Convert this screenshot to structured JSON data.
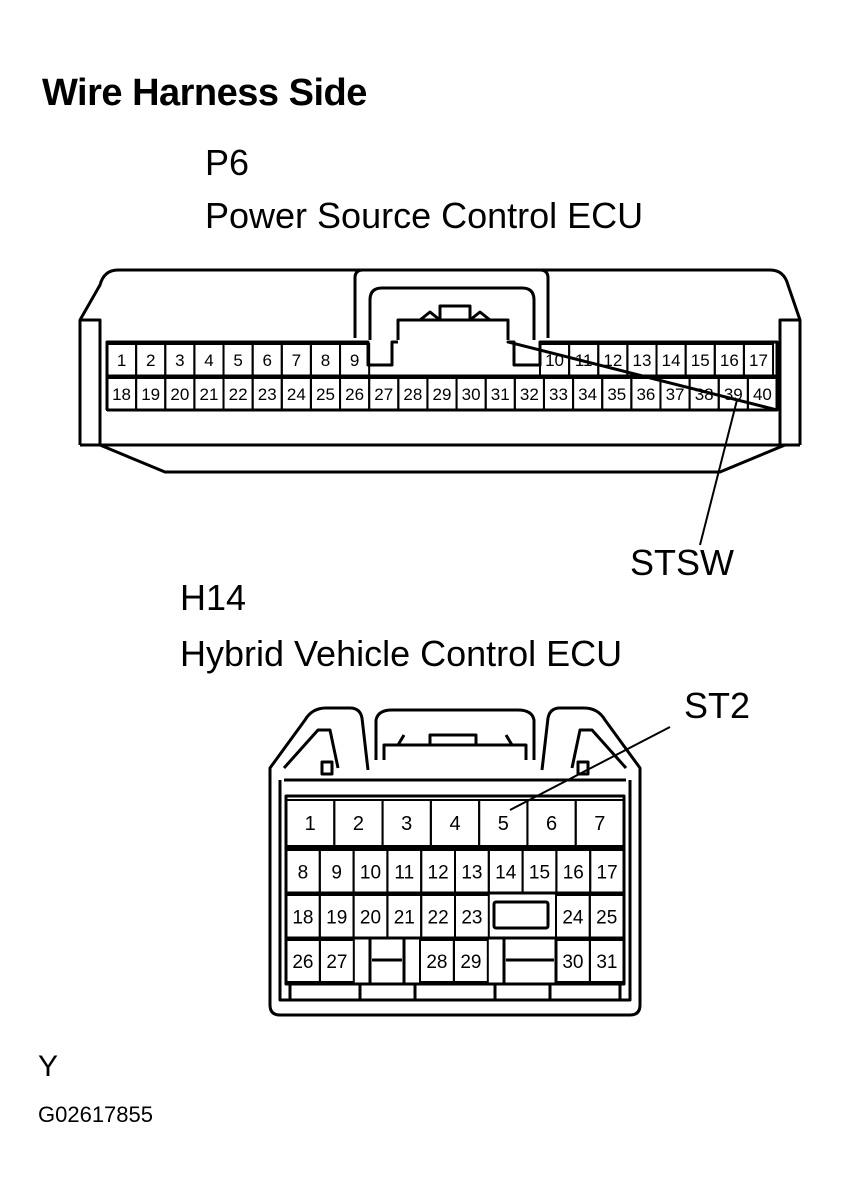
{
  "heading": "Wire Harness Side",
  "connector_p6": {
    "code": "P6",
    "name": "Power Source Control ECU",
    "top_row": [
      "1",
      "2",
      "3",
      "4",
      "5",
      "6",
      "7",
      "8",
      "9",
      "10",
      "11",
      "12",
      "13",
      "14",
      "15",
      "16",
      "17"
    ],
    "bottom_row": [
      "18",
      "19",
      "20",
      "21",
      "22",
      "23",
      "24",
      "25",
      "26",
      "27",
      "28",
      "29",
      "30",
      "31",
      "32",
      "33",
      "34",
      "35",
      "36",
      "37",
      "38",
      "39",
      "40"
    ],
    "callout": "STSW"
  },
  "connector_h14": {
    "code": "H14",
    "name": "Hybrid Vehicle Control ECU",
    "row1": [
      "1",
      "2",
      "3",
      "4",
      "5",
      "6",
      "7"
    ],
    "row2": [
      "8",
      "9",
      "10",
      "11",
      "12",
      "13",
      "14",
      "15",
      "16",
      "17"
    ],
    "row3_left": [
      "18",
      "19",
      "20",
      "21",
      "22",
      "23"
    ],
    "row3_right": [
      "24",
      "25"
    ],
    "row4": [
      "26",
      "27",
      "28",
      "29",
      "30",
      "31"
    ],
    "callout": "ST2"
  },
  "footer_letter": "Y",
  "figure_id": "G02617855"
}
